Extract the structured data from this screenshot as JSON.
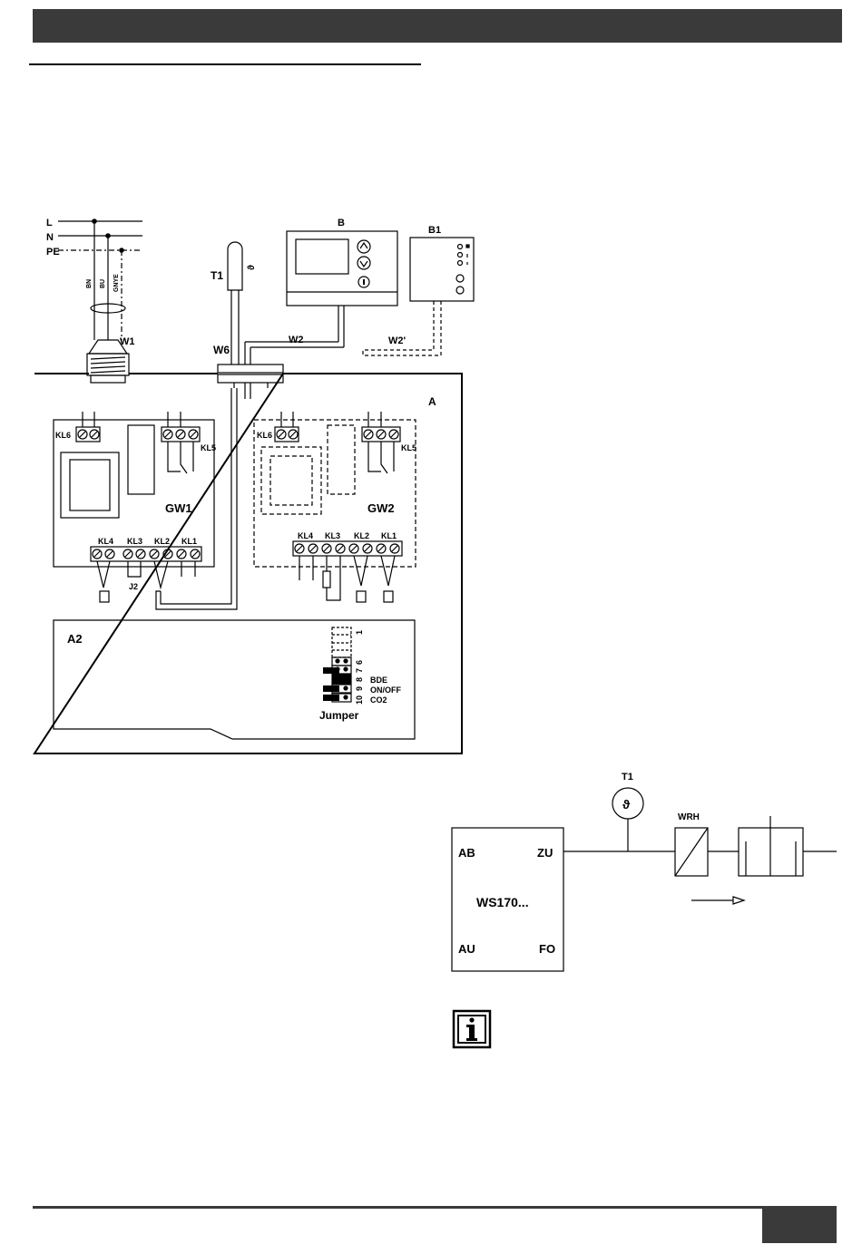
{
  "supply": {
    "l": "L",
    "n": "N",
    "pe": "PE",
    "bn": "BN",
    "bu": "BU",
    "gnye": "GNYE"
  },
  "components": {
    "w1": "W1",
    "w6": "W6",
    "w2": "W2",
    "w2p": "W2'",
    "t1": "T1",
    "b": "B",
    "b1": "B1",
    "a": "A",
    "a2": "A2",
    "gw1": "GW1",
    "gw2": "GW2",
    "j2": "J2"
  },
  "terminals": {
    "kl1": "KL1",
    "kl2": "KL2",
    "kl3": "KL3",
    "kl4": "KL4",
    "kl5": "KL5",
    "kl6": "KL6"
  },
  "jumper": {
    "title": "Jumper",
    "n1": "1",
    "n7": "7",
    "n6": "6",
    "n8": "8",
    "n9": "9",
    "n10": "10",
    "bde": "BDE",
    "onoff": "ON/OFF",
    "co2": "CO2"
  },
  "flow": {
    "ab": "AB",
    "zu": "ZU",
    "unit": "WS170...",
    "au": "AU",
    "fo": "FO",
    "t1": "T1",
    "wrh": "WRH"
  },
  "icons": {
    "info": "info-icon",
    "sensor": "temperature-sensor-icon"
  }
}
